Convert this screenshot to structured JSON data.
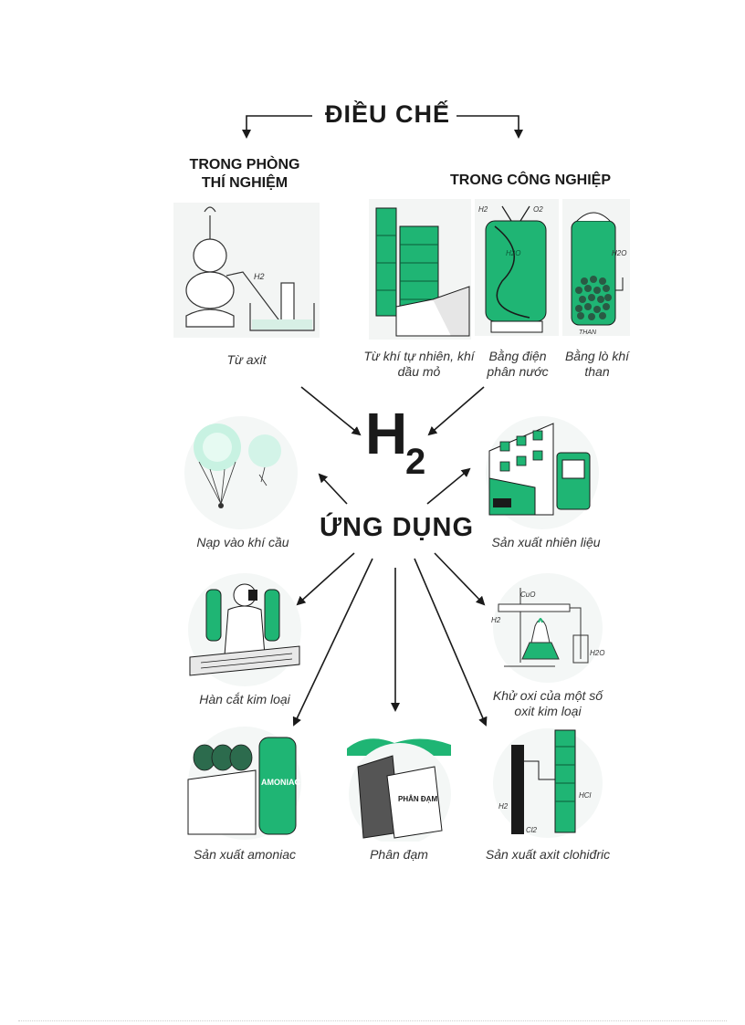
{
  "colors": {
    "accent": "#1fb574",
    "ink": "#1a1a1a",
    "light_accent": "#b9ecd6"
  },
  "header": {
    "prep_title": "ĐIỀU CHẾ",
    "lab_title": "TRONG PHÒNG THÍ NGHIỆM",
    "industry_title": "TRONG CÔNG NGHIỆP"
  },
  "prep_methods": [
    {
      "caption": "Từ axit",
      "labels": [
        "H2"
      ]
    },
    {
      "caption": "Từ khí tự nhiên, khí dầu mỏ"
    },
    {
      "caption": "Bằng điện phân nước",
      "labels": [
        "H2",
        "O2",
        "H2O"
      ]
    },
    {
      "caption": "Bằng lò khí than",
      "labels": [
        "H2O",
        "THAN"
      ]
    }
  ],
  "center": {
    "symbol": "H",
    "subscript": "2",
    "usage_title": "ỨNG DỤNG"
  },
  "applications": [
    {
      "caption": "Nạp vào khí cầu"
    },
    {
      "caption": "Sản xuất nhiên liệu"
    },
    {
      "caption": "Hàn cắt kim loại"
    },
    {
      "caption": "Khử oxi của một số oxit kim loại",
      "labels": [
        "CuO",
        "H2",
        "H2O"
      ]
    },
    {
      "caption": "Sản xuất amoniac",
      "labels": [
        "AMONIAC"
      ]
    },
    {
      "caption": "Phân đạm",
      "labels": [
        "PHÂN ĐẠM"
      ]
    },
    {
      "caption": "Sản xuất axit clohiđric",
      "labels": [
        "H2",
        "HCl",
        "Cl2"
      ]
    }
  ]
}
